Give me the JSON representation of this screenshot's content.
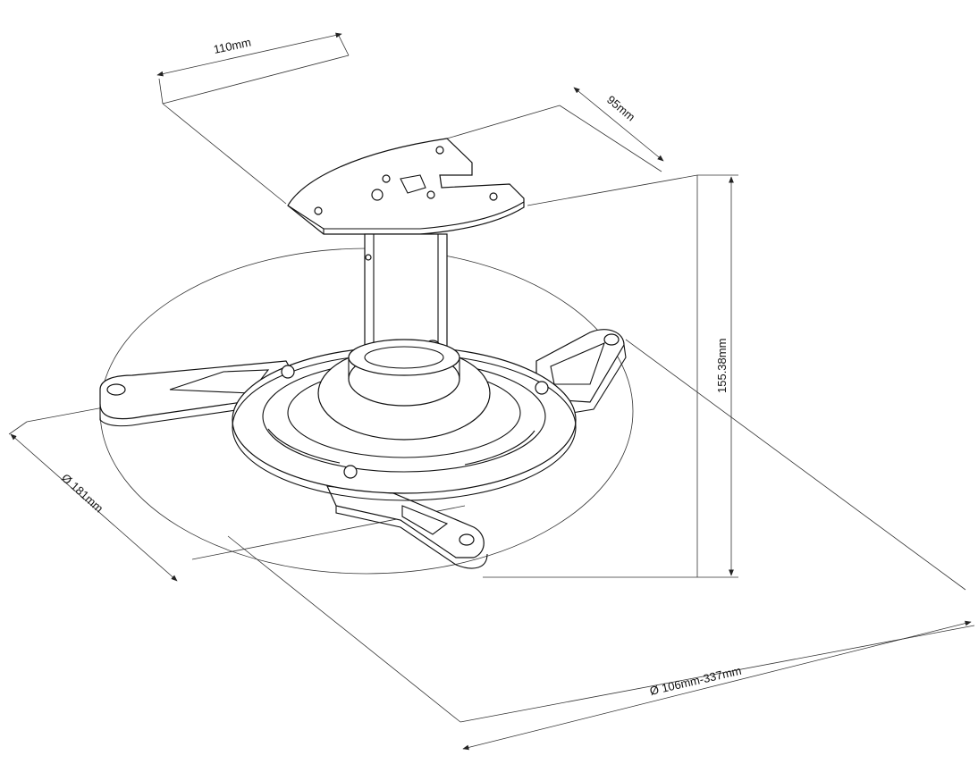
{
  "dimensions": {
    "plate_width": "110mm",
    "plate_depth": "95mm",
    "height": "155.38mm",
    "base_diameter": "Ø 181mm",
    "arm_span": "Ø 106mm-337mm"
  },
  "colors": {
    "line": "#111111",
    "dimension_line": "#333333",
    "background": "#ffffff"
  }
}
